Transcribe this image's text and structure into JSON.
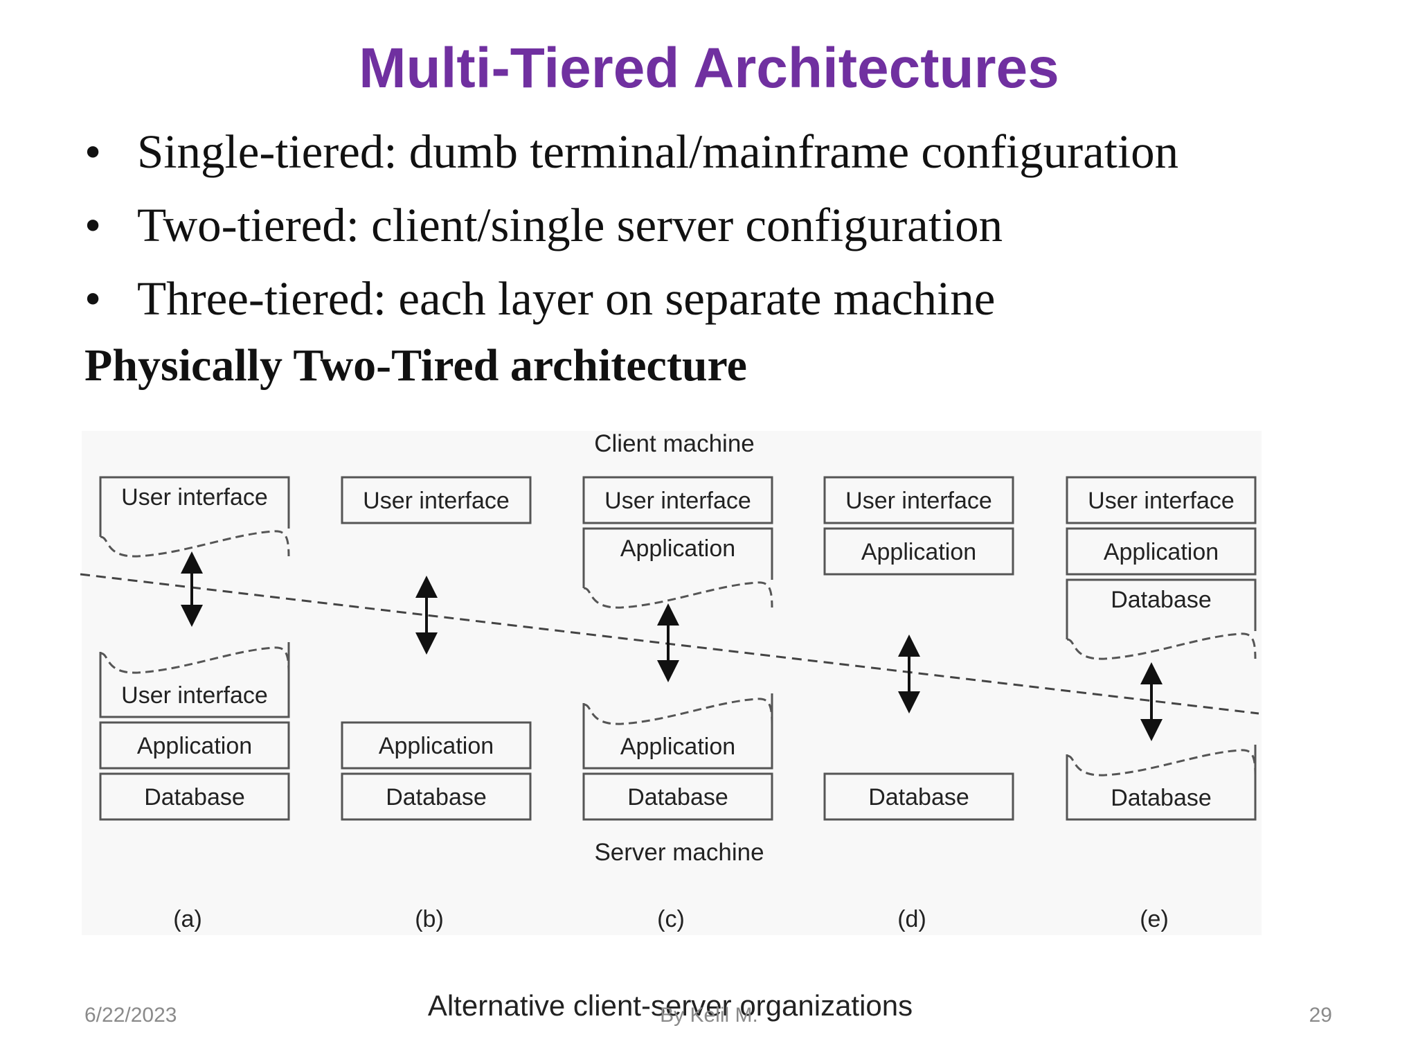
{
  "slide": {
    "title": "Multi-Tiered Architectures",
    "bullets": [
      "Single-tiered: dumb terminal/mainframe configuration",
      "Two-tiered: client/single server configuration",
      "Three-tiered: each layer on separate machine"
    ],
    "subheading": "Physically Two-Tired architecture"
  },
  "diagram": {
    "top_label": "Client machine",
    "bottom_label": "Server machine",
    "caption": "Alternative client-server organizations",
    "columns": [
      {
        "label": "(a)",
        "client": [
          {
            "text": "User interface",
            "split": true
          }
        ],
        "server": [
          {
            "text": "User interface",
            "split": true
          },
          {
            "text": "Application"
          },
          {
            "text": "Database"
          }
        ]
      },
      {
        "label": "(b)",
        "client": [
          {
            "text": "User interface"
          }
        ],
        "server": [
          {
            "text": "Application"
          },
          {
            "text": "Database"
          }
        ]
      },
      {
        "label": "(c)",
        "client": [
          {
            "text": "User interface"
          },
          {
            "text": "Application",
            "split": true
          }
        ],
        "server": [
          {
            "text": "Application",
            "split": true
          },
          {
            "text": "Database"
          }
        ]
      },
      {
        "label": "(d)",
        "client": [
          {
            "text": "User interface"
          },
          {
            "text": "Application"
          }
        ],
        "server": [
          {
            "text": "Database"
          }
        ]
      },
      {
        "label": "(e)",
        "client": [
          {
            "text": "User interface"
          },
          {
            "text": "Application"
          },
          {
            "text": "Database",
            "split": true
          }
        ],
        "server": [
          {
            "text": "Database",
            "split": true
          }
        ]
      }
    ]
  },
  "footer": {
    "date": "6/22/2023",
    "author": "By Kelil M.",
    "page": "29"
  }
}
